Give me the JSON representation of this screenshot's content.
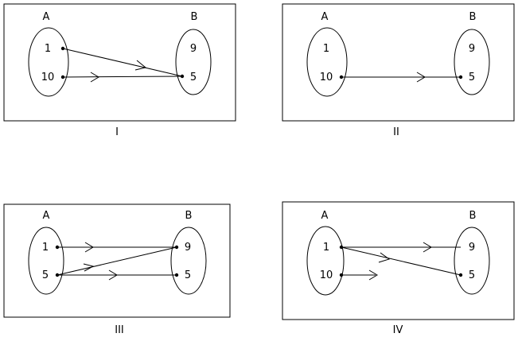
{
  "panels": [
    {
      "caption": "I",
      "set_a": {
        "title": "A",
        "elements": [
          "1",
          "10"
        ]
      },
      "set_b": {
        "title": "B",
        "elements": [
          "9",
          "5"
        ]
      },
      "mappings": [
        {
          "from": "1",
          "to": "5"
        },
        {
          "from": "10",
          "to": "5"
        }
      ]
    },
    {
      "caption": "II",
      "set_a": {
        "title": "A",
        "elements": [
          "1",
          "10"
        ]
      },
      "set_b": {
        "title": "B",
        "elements": [
          "9",
          "5"
        ]
      },
      "mappings": [
        {
          "from": "10",
          "to": "5"
        }
      ]
    },
    {
      "caption": "III",
      "set_a": {
        "title": "A",
        "elements": [
          "1",
          "5"
        ]
      },
      "set_b": {
        "title": "B",
        "elements": [
          "9",
          "5"
        ]
      },
      "mappings": [
        {
          "from": "1",
          "to": "9"
        },
        {
          "from": "5",
          "to": "9"
        },
        {
          "from": "5",
          "to": "5"
        }
      ]
    },
    {
      "caption": "IV",
      "set_a": {
        "title": "A",
        "elements": [
          "1",
          "10"
        ]
      },
      "set_b": {
        "title": "B",
        "elements": [
          "9",
          "5"
        ]
      },
      "mappings": [
        {
          "from": "1",
          "to": "9"
        },
        {
          "from": "1",
          "to": "5"
        },
        {
          "from": "10",
          "to": null
        }
      ]
    }
  ]
}
